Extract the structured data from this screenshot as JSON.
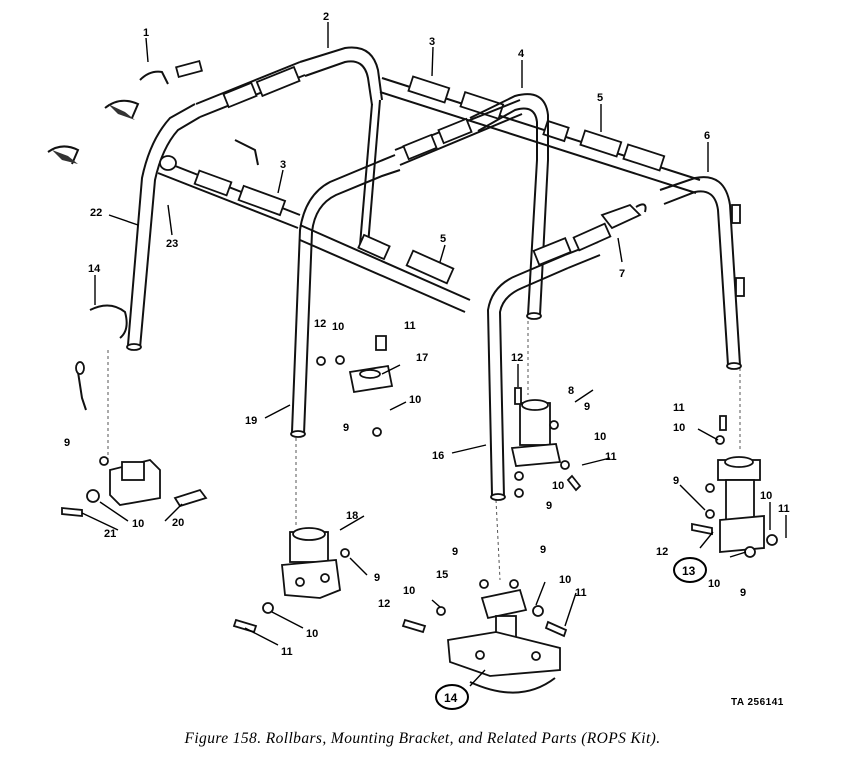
{
  "figure": {
    "caption": "Figure 158. Rollbars, Mounting Bracket, and Related Parts (ROPS Kit).",
    "ta_number": "TA 256141"
  },
  "callouts": [
    "1",
    "2",
    "3",
    "3",
    "4",
    "5",
    "5",
    "6",
    "7",
    "22",
    "23",
    "14",
    "12",
    "10",
    "11",
    "17",
    "19",
    "10",
    "9",
    "12",
    "8",
    "9",
    "10",
    "11",
    "16",
    "10",
    "9",
    "11",
    "10",
    "9",
    "12",
    "10",
    "11",
    "13",
    "10",
    "9",
    "9",
    "10",
    "20",
    "21",
    "18",
    "9",
    "9",
    "9",
    "15",
    "10",
    "11",
    "12",
    "10",
    "10",
    "11",
    "14"
  ]
}
